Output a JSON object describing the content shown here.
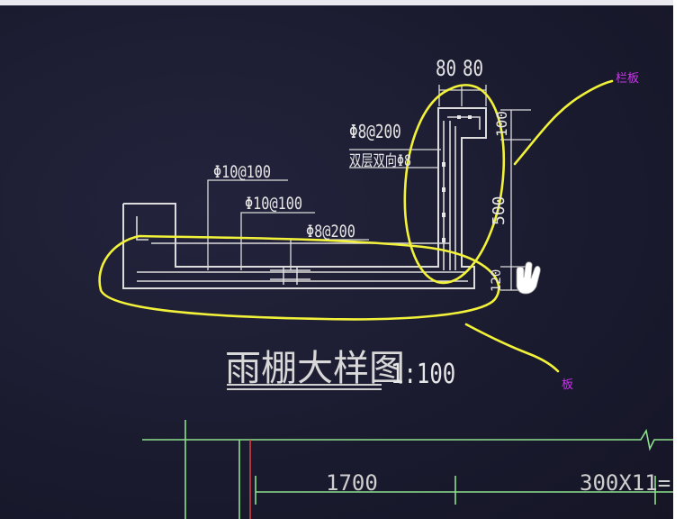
{
  "drawing": {
    "title": "雨棚大样图",
    "scale": "1:100",
    "dims_top": [
      "80",
      "80"
    ],
    "dim_100": "100",
    "dim_500": "500",
    "dim_120": "120",
    "rebar_labels": {
      "phi8_200_upper": "Φ8@200",
      "chinese_note": "双层双向Φ8",
      "phi10_100_top": "Φ10@100",
      "phi10_100_mid": "Φ10@100",
      "phi8_200_lower": "Φ8@200"
    },
    "bottom_dims": [
      "1700",
      "300X11="
    ]
  },
  "annotations": {
    "label_parapet": "栏板",
    "label_slab": "板"
  },
  "colors": {
    "cad_line": "#dcdcdc",
    "green_line": "#8ee08e",
    "highlight": "#f2f23a",
    "annotation": "#cc33ee"
  }
}
